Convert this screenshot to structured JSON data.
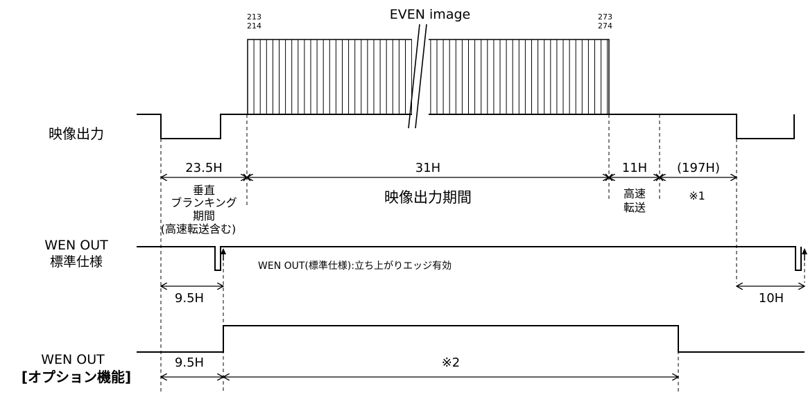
{
  "title": "EVEN image",
  "line_numbers": {
    "top_left": [
      "213",
      "214"
    ],
    "top_right": [
      "273",
      "274"
    ]
  },
  "rows": {
    "video": "映像出力",
    "wen_std_1": "WEN OUT",
    "wen_std_2": "標準仕様",
    "wen_opt_1": "WEN OUT",
    "wen_opt_2": "[オプション機能]"
  },
  "intervals": {
    "blank": "23.5H",
    "output": "31H",
    "fast": "11H",
    "rest": "(197H)",
    "wen_delay": "9.5H",
    "wen_tail": "10H",
    "opt_delay": "9.5H"
  },
  "descriptions": {
    "blank": [
      "垂直",
      "ブランキング",
      "期間",
      "(高速転送含む)"
    ],
    "output": "映像出力期間",
    "fast": [
      "高速",
      "転送"
    ],
    "note1": "※1",
    "note2": "※2",
    "wen_edge": "WEN OUT(標準仕様):立ち上がりエッジ有効"
  }
}
